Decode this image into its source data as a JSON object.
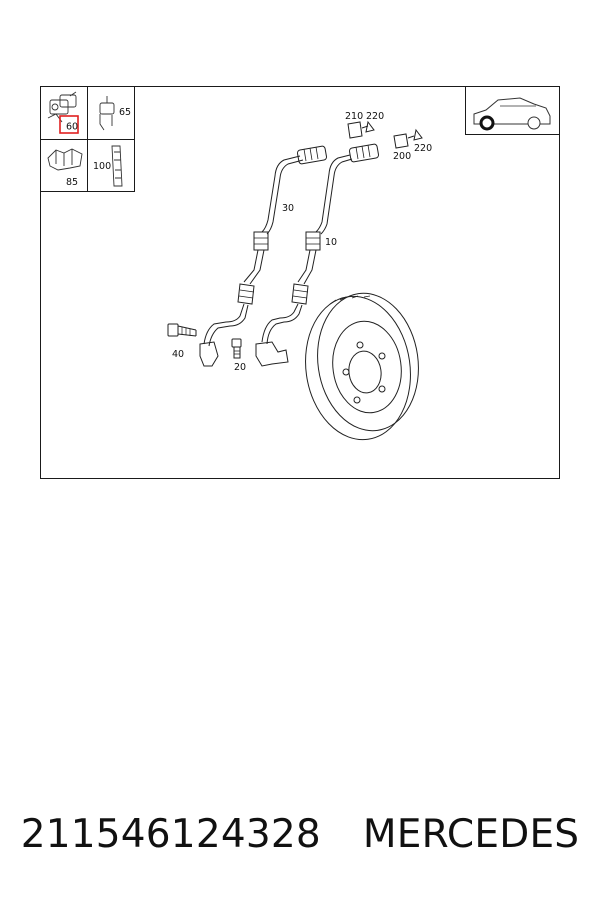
{
  "diagram": {
    "labels": {
      "l60": "60",
      "l65": "65",
      "l85": "85",
      "l100": "100",
      "l210": "210",
      "l220a": "220",
      "l200": "200",
      "l220b": "220",
      "l30": "30",
      "l10": "10",
      "l40": "40",
      "l20": "20"
    },
    "colors": {
      "highlight": "#e02020",
      "line": "#1a1a1a"
    },
    "icons": [
      "car-side-icon"
    ]
  },
  "caption": {
    "part_number": "211546124328",
    "brand": "MERCEDES"
  }
}
